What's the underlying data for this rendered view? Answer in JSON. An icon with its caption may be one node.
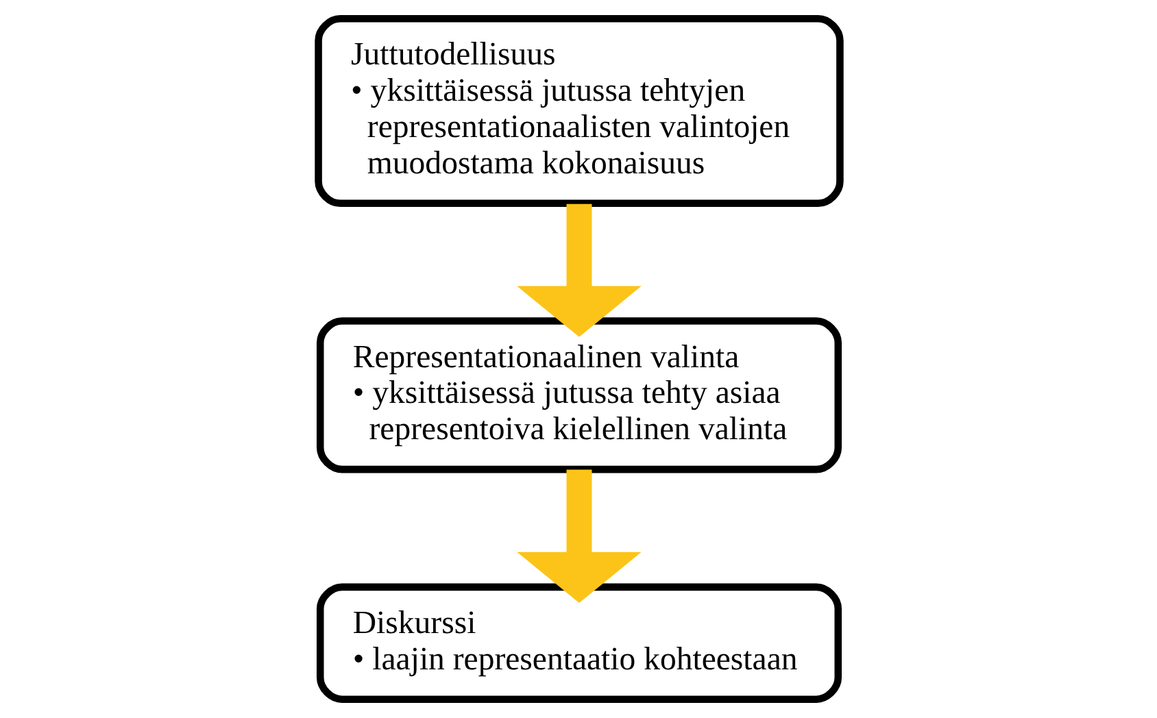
{
  "diagram": {
    "nodes": [
      {
        "text": [
          "Juttutodellisuus",
          "• yksittäisessä jutussa tehtyjen representationaalisten valintojen muodostama kokonaisuus"
        ]
      },
      {
        "text": [
          "Representationaalinen valinta",
          "• yksittäisessä jutussa tehty asiaa representoiva kielellinen valinta"
        ]
      },
      {
        "text": [
          "Diskurssi",
          "• laajin representaatio kohteestaan"
        ]
      }
    ],
    "edges": [
      {
        "from": 0,
        "to": 1,
        "arrow": "to",
        "color": "#fcc419"
      },
      {
        "from": 1,
        "to": 2,
        "arrow": "to",
        "color": "#fcc419"
      }
    ]
  }
}
